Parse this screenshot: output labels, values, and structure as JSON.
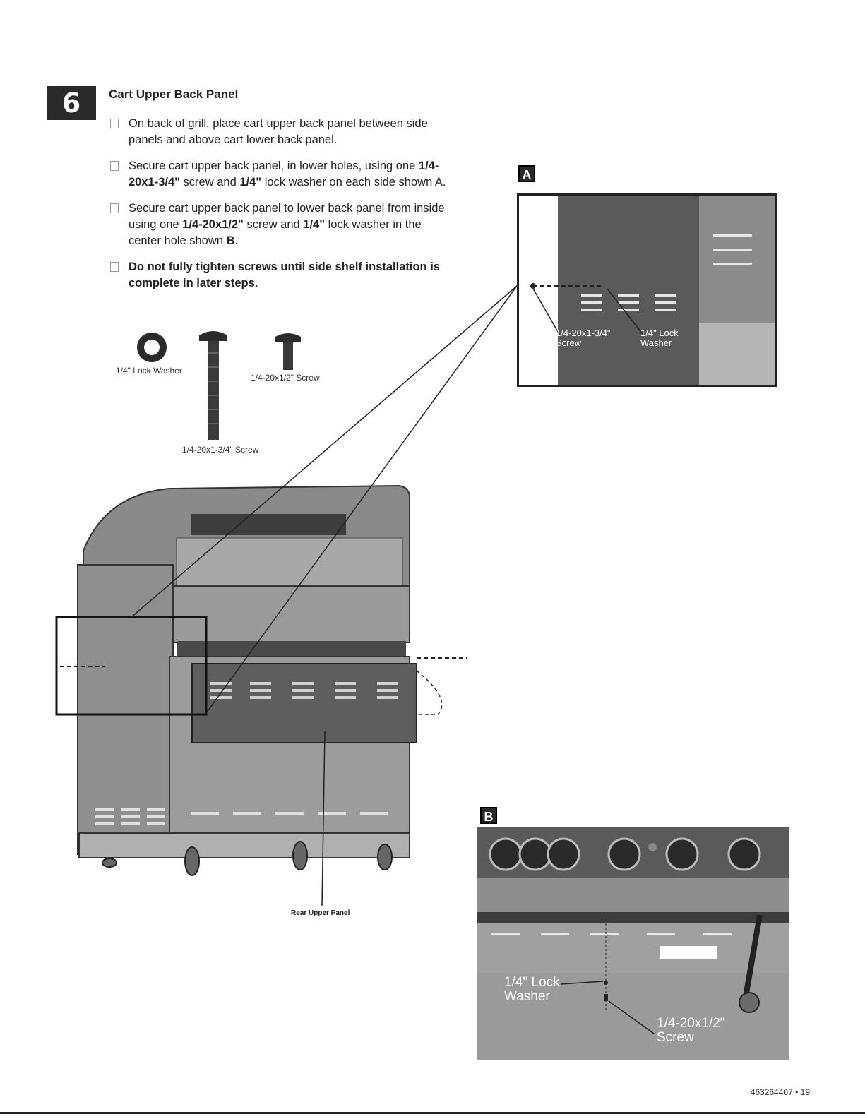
{
  "step": {
    "number": "6",
    "title": "Cart Upper Back Panel"
  },
  "instructions": [
    {
      "parts": [
        {
          "t": "On back of grill, place cart upper back panel between side panels and above cart lower back panel.",
          "b": false
        }
      ]
    },
    {
      "parts": [
        {
          "t": "Secure cart upper back panel, in lower holes, using one ",
          "b": false
        },
        {
          "t": "1/4-20x1-3/4\"",
          "b": true
        },
        {
          "t": " screw and ",
          "b": false
        },
        {
          "t": "1/4\"",
          "b": true
        },
        {
          "t": " lock washer on each side shown A.",
          "b": false
        }
      ]
    },
    {
      "parts": [
        {
          "t": "Secure cart upper back panel to lower back panel from inside using one ",
          "b": false
        },
        {
          "t": "1/4-20x1/2\"",
          "b": true
        },
        {
          "t": " screw and ",
          "b": false
        },
        {
          "t": "1/4\"",
          "b": true
        },
        {
          "t": " lock washer in the center hole shown ",
          "b": false
        },
        {
          "t": "B",
          "b": true
        },
        {
          "t": ".",
          "b": false
        }
      ]
    },
    {
      "parts": [
        {
          "t": "Do not fully tighten screws until side shelf installation is complete in later steps.",
          "b": true
        }
      ]
    }
  ],
  "parts": {
    "lock_washer": "1/4\" Lock Washer",
    "short_screw": "1/4-20x1/2\" Screw",
    "long_screw": "1/4-20x1-3/4\" Screw"
  },
  "figure_a": {
    "label": "A",
    "screw_line1": "1/4-20x1-3/4\"",
    "screw_line2": "Screw",
    "washer_line1": "1/4\" Lock",
    "washer_line2": "Washer"
  },
  "figure_b": {
    "label": "B",
    "washer_line1": "1/4\" Lock",
    "washer_line2": "Washer",
    "screw_line1": "1/4-20x1/2\"",
    "screw_line2": "Screw"
  },
  "main_figure": {
    "rear_label": "Rear Upper Panel"
  },
  "footer": {
    "doc_number": "463264407",
    "separator": "•",
    "page": "19"
  },
  "colors": {
    "ink": "#222222",
    "panel_dark": "#4a4a4a",
    "panel_mid": "#7a7a7a",
    "panel_light": "#bdbdbd"
  }
}
